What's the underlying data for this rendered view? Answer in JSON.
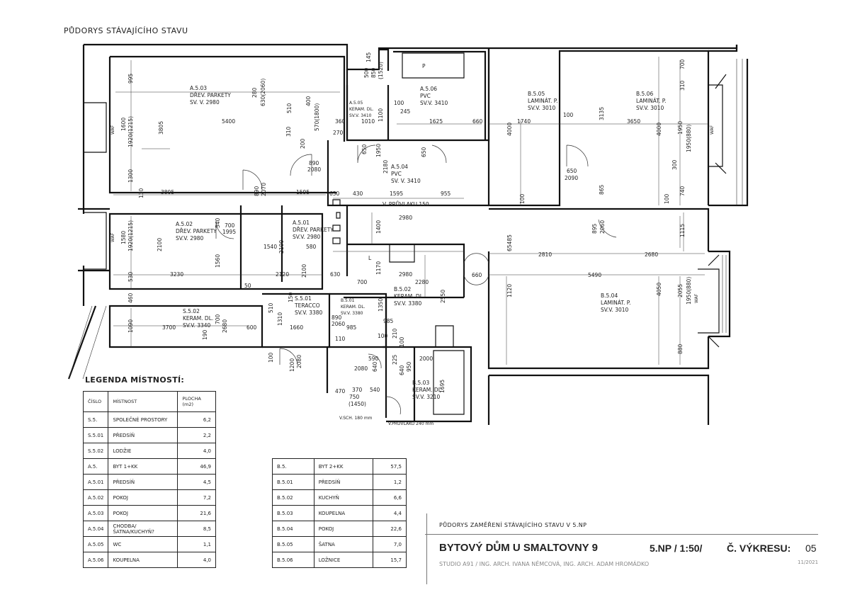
{
  "sheet_title": "PŮDORYS STÁVAJÍCÍHO STAVU",
  "rooms": {
    "a503": {
      "code": "A.5.03",
      "floor": "DŘEV. PARKETY",
      "height": "SV. V. 2980"
    },
    "a505": {
      "code": "A.5.05",
      "floor": "KERAM. DL.",
      "height": "SV.V. 3410"
    },
    "a506": {
      "code": "A.5.06",
      "floor": "PVC",
      "height": "SV.V. 3410"
    },
    "a504": {
      "code": "A.5.04",
      "floor": "PVC",
      "height": "SV. V. 3410"
    },
    "b505": {
      "code": "B.5.05",
      "floor": "LAMINÁT. P.",
      "height": "SV.V. 3010"
    },
    "b506": {
      "code": "B.5.06",
      "floor": "LAMINÁT. P.",
      "height": "SV.V. 3010"
    },
    "a502": {
      "code": "A.5.02",
      "floor": "DŘEV. PARKETY",
      "height": "SV.V. 2980"
    },
    "a501": {
      "code": "A.5.01",
      "floor": "DŘEV. PARKETY",
      "height": "SV.V. 2980"
    },
    "s502": {
      "code": "S.5.02",
      "floor": "KERAM. DL.",
      "height": "SV.V. 3340"
    },
    "s501": {
      "code": "S.5.01",
      "floor": "TERACCO",
      "height": "SV.V. 3380"
    },
    "b501": {
      "code": "B.5.01",
      "floor": "KERAM. DL.",
      "height": "SV.V. 3380"
    },
    "b502": {
      "code": "B.5.02",
      "floor": "KERAM. DL.",
      "height": "SV.V. 3380"
    },
    "b503": {
      "code": "B.5.03",
      "floor": "KERAM. DL.",
      "height": "SV.V. 3210"
    },
    "b504": {
      "code": "B.5.04",
      "floor": "LAMINÁT. P.",
      "height": "SV.V. 3010"
    }
  },
  "dims": {
    "d995": "995",
    "d1920": "1920(1215)",
    "d1600": "1600",
    "d3805b": "3805",
    "d1300": "1300",
    "d130": "130",
    "d5400": "5400",
    "d3805": "3805",
    "d1595a": "1595",
    "d280": "280",
    "d630": "630(2060)",
    "d510": "510",
    "d400": "400",
    "d570": "570(1800)",
    "d310": "310",
    "d200": "200",
    "d890a": "890",
    "d2080a": "2080",
    "d890b": "890",
    "d2070": "2070",
    "d500": "500",
    "d145": "145",
    "d850": "850",
    "d1520": "(1520)",
    "d360": "360",
    "d270": "270",
    "d1010": "1010",
    "d1100": "1100",
    "d100a": "100",
    "d245": "245",
    "d1625": "1625",
    "d660a": "660",
    "d650a": "650",
    "d1950a": "1950",
    "d2180": "2180",
    "d650b": "650",
    "d630a": "630",
    "d430": "430",
    "d1595b": "1595",
    "d955": "955",
    "d1740": "1740",
    "d4000a": "4000",
    "d100b": "100",
    "d3135": "3135",
    "d3650": "3650",
    "d4000b": "4000",
    "d1950b": "1950",
    "d1950c": "1950(880)",
    "d700": "700",
    "d310b": "310",
    "d300": "300",
    "d740": "740",
    "d650c": "650",
    "d2090": "2090",
    "d865": "865",
    "d100c": "100",
    "d895": "895",
    "d2060b": "2060",
    "d1115": "1115",
    "d2810": "2810",
    "d2680": "2680",
    "d5490": "5490",
    "d4050": "4050",
    "d2055": "2055",
    "d1950d": "1950(880)",
    "d880": "880",
    "d1120": "1120",
    "d65485": "65485",
    "dpruv": "V. PRŮVLAKU 150",
    "d2980a": "2980",
    "d1400": "1400",
    "d540": "540",
    "d700b": "700",
    "d1995": "1995",
    "d1580": "1580",
    "d1920b": "1920(1215)",
    "d2100a": "2100",
    "d1560": "1560",
    "d3230": "3230",
    "d530": "530",
    "d1540": "1540",
    "d2100b": "2100",
    "d580": "580",
    "d2120": "2120",
    "d2100c": "2100",
    "d630b": "630",
    "d50": "50",
    "d1170": "1170",
    "d2980b": "2980",
    "d2280": "2280",
    "d700c": "700",
    "d2550": "2550",
    "d660b": "660",
    "d460": "460",
    "d1090": "1090",
    "d3700": "3700",
    "d700d": "700",
    "d2680b": "2680",
    "d600": "600",
    "d190": "190",
    "d510b": "510",
    "d1310": "1310",
    "d150": "150",
    "d1660": "1660",
    "d890c": "890",
    "d2060c": "2060",
    "d985a": "985",
    "d985b": "985",
    "d1350": "1350",
    "d100d": "100",
    "d210": "210",
    "d100e": "100",
    "d110": "110",
    "d1200": "1200",
    "d2080b": "2080",
    "d2080c": "2080",
    "d640": "640",
    "d590": "590",
    "d225": "225",
    "d640b": "640",
    "d950": "950",
    "d2000": "2000",
    "d1695": "1695",
    "d470": "470",
    "d370": "370",
    "d750": "750",
    "d1450": "(1450)",
    "d540b": "540",
    "dvsch": "V.SCH. 180 mm",
    "dvpruv": "V.PRŮVLAKU 240 mm",
    "waf": "WAF",
    "p": "P",
    "l": "L"
  },
  "legend": {
    "title": "LEGENDA MÍSTNOSTÍ:",
    "headers": {
      "code": "ČÍSLO",
      "name": "MÍSTNOST",
      "area": "PLOCHA (m2)"
    },
    "rows_a": [
      {
        "code": "S.5.",
        "name": "SPOLEČNÉ PROSTORY",
        "area": "6,2"
      },
      {
        "code": "S.5.01",
        "name": "PŘEDSÍŇ",
        "area": "2,2"
      },
      {
        "code": "S.5.02",
        "name": "LODŽIE",
        "area": "4,0"
      },
      {
        "code": "A.5.",
        "name": "BYT 1+KK",
        "area": "46,9"
      },
      {
        "code": "A.5.01",
        "name": "PŘEDSÍŇ",
        "area": "4,5"
      },
      {
        "code": "A.5.02",
        "name": "POKOJ",
        "area": "7,2"
      },
      {
        "code": "A.5.03",
        "name": "POKOJ",
        "area": "21,6"
      },
      {
        "code": "A.5.04",
        "name": "CHODBA/ŠATNA/KUCHYŇ?",
        "area": "8,5"
      },
      {
        "code": "A.5.05",
        "name": "WC",
        "area": "1,1"
      },
      {
        "code": "A.5.06",
        "name": "KOUPELNA",
        "area": "4,0"
      }
    ],
    "rows_b": [
      {
        "code": "B.5.",
        "name": "BYT 2+KK",
        "area": "57,5"
      },
      {
        "code": "B.5.01",
        "name": "PŘEDSÍŇ",
        "area": "1,2"
      },
      {
        "code": "B.5.02",
        "name": "KUCHYŇ",
        "area": "6,6"
      },
      {
        "code": "B.5.03",
        "name": "KOUPELNA",
        "area": "4,4"
      },
      {
        "code": "B.5.04",
        "name": "POKOJ",
        "area": "22,6"
      },
      {
        "code": "B.5.05",
        "name": "ŠATNA",
        "area": "7,0"
      },
      {
        "code": "B.5.06",
        "name": "LOŽNICE",
        "area": "15,7"
      }
    ]
  },
  "titleblock": {
    "caption": "PŮDORYS ZAMĚŘENÍ STÁVAJÍCÍHO STAVU V 5.NP",
    "project": "BYTOVÝ DŮM U SMALTOVNY 9",
    "scale": "5.NP / 1:50/",
    "drawing_no_label": "Č. VÝKRESU:",
    "drawing_no": "05",
    "studio": "STUDIO A91 / ING. ARCH. IVANA NĚMCOVÁ, ING. ARCH. ADAM HROMÁDKO",
    "date": "11/2021"
  }
}
